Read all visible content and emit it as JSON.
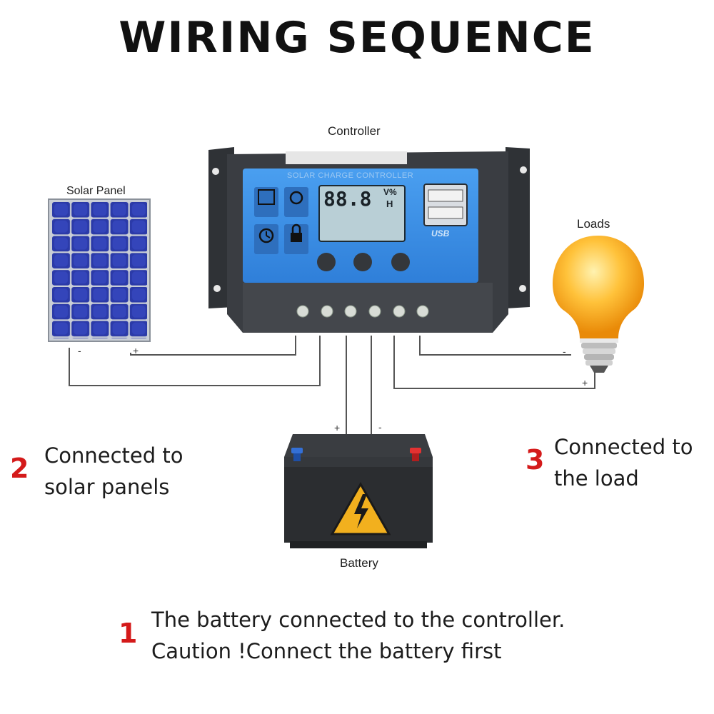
{
  "title": "WIRING SEQUENCE",
  "labels": {
    "controller": "Controller",
    "solar_panel": "Solar Panel",
    "loads": "Loads",
    "battery": "Battery"
  },
  "controller_face": {
    "header": "SOLAR CHARGE CONTROLLER",
    "display": "88.8",
    "display_unit_top": "V%",
    "display_unit_bottom": "H",
    "usb_label": "USB",
    "icons": [
      "mode-icon",
      "set-voltage-icon",
      "timer-icon",
      "lock-icon"
    ]
  },
  "signs": {
    "panel_minus": "-",
    "panel_plus": "+",
    "battery_plus": "+",
    "battery_minus": "-",
    "load_minus": "-",
    "load_plus": "+"
  },
  "steps": [
    {
      "number": "1",
      "line1": "The battery connected to the controller.",
      "line2": "Caution !Connect the battery first"
    },
    {
      "number": "2",
      "line1": "Connected to",
      "line2": "solar panels"
    },
    {
      "number": "3",
      "line1": "Connected to",
      "line2": "the load"
    }
  ],
  "colors": {
    "panel_cell": "#2b3aa8",
    "controller_body": "#3a3d42",
    "controller_face": "#3f8fe6",
    "lcd": "#b9cfd6",
    "bulb": "#f5a623",
    "step_number": "#d41a1a"
  }
}
